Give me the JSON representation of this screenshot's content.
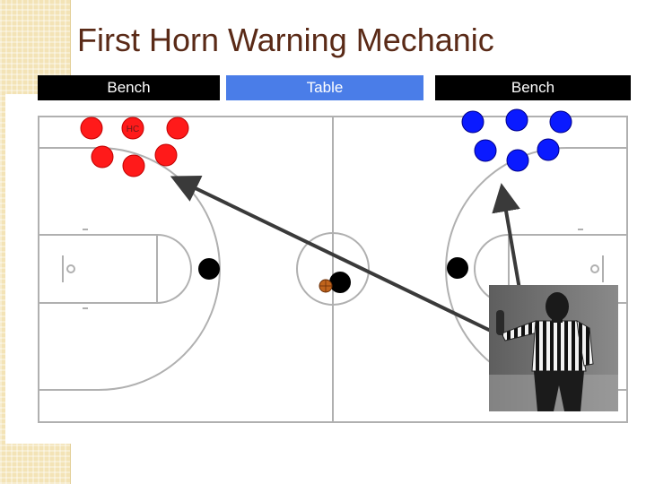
{
  "slide": {
    "title": "First Horn Warning Mechanic"
  },
  "labels": {
    "bench_left": "Bench",
    "table": "Table",
    "bench_right": "Bench"
  },
  "players": {
    "red_coach_label": "HC"
  },
  "colors": {
    "title": "#5a2a17",
    "red_team": "#ff1a1a",
    "blue_team": "#0a1aff",
    "table_bar": "#4a7de8",
    "court_lines": "#b0b0b0",
    "arrow": "#3a3a3a"
  }
}
